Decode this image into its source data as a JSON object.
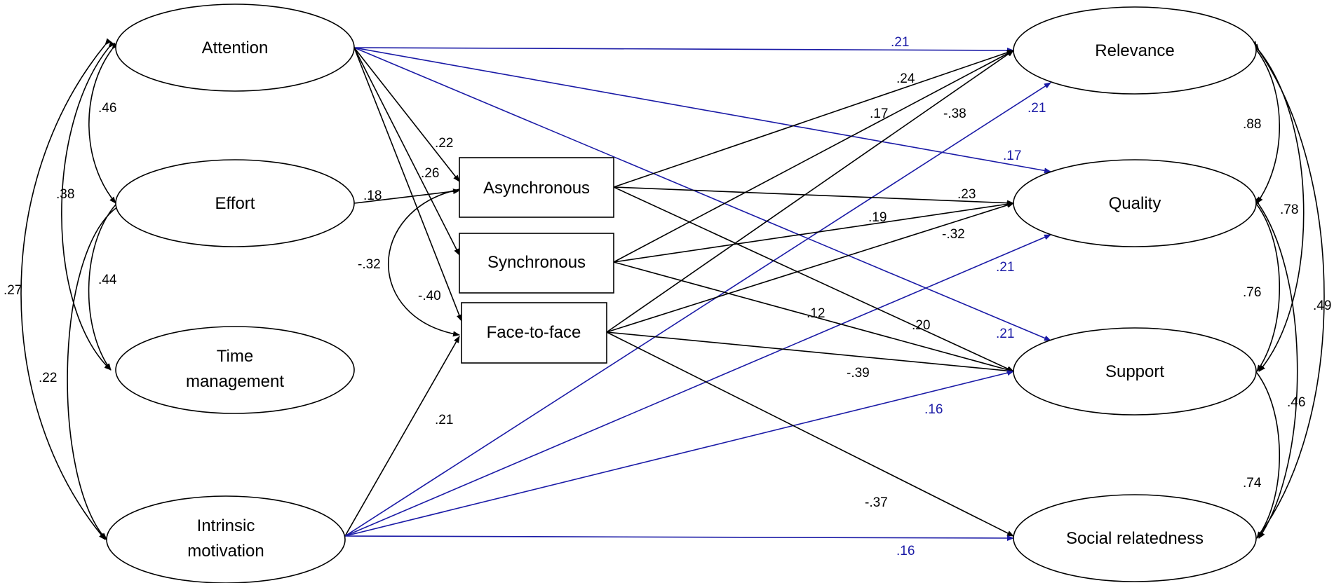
{
  "colors": {
    "black": "#000000",
    "blue": "#1a1aa6"
  },
  "nodes": {
    "attention": {
      "label": "Attention"
    },
    "effort": {
      "label": "Effort"
    },
    "time": {
      "label1": "Time",
      "label2": "management"
    },
    "intrinsic": {
      "label1": "Intrinsic",
      "label2": "motivation"
    },
    "asynchronous": {
      "label": "Asynchronous"
    },
    "synchronous": {
      "label": "Synchronous"
    },
    "facetoface": {
      "label": "Face-to-face"
    },
    "relevance": {
      "label": "Relevance"
    },
    "quality": {
      "label": "Quality"
    },
    "support": {
      "label": "Support"
    },
    "social": {
      "label": "Social relatedness"
    }
  },
  "coefficients": {
    "att_rel": ".21",
    "att_qual": ".17",
    "att_sup": ".21",
    "att_async": ".22",
    "att_sync": ".26",
    "att_f2f": "-.40",
    "eff_async": ".18",
    "async_f2f": "-.32",
    "int_f2f": ".21",
    "async_rel": ".24",
    "sync_rel": ".17",
    "f2f_rel": "-.38",
    "int_rel": ".21",
    "async_qual": ".23",
    "sync_qual": ".19",
    "f2f_qual": "-.32",
    "int_qual": ".21",
    "sync_sup": ".12",
    "async_sup": ".20",
    "f2f_sup": "-.39",
    "int_sup": ".16",
    "f2f_soc": "-.37",
    "int_soc": ".16",
    "att_eff": ".46",
    "att_time": ".38",
    "att_int": ".27",
    "eff_time": ".44",
    "eff_int": ".22",
    "rel_qual": ".88",
    "rel_sup": ".78",
    "rel_soc": ".49",
    "qual_sup": ".76",
    "qual_soc": ".46",
    "sup_soc": ".74"
  }
}
